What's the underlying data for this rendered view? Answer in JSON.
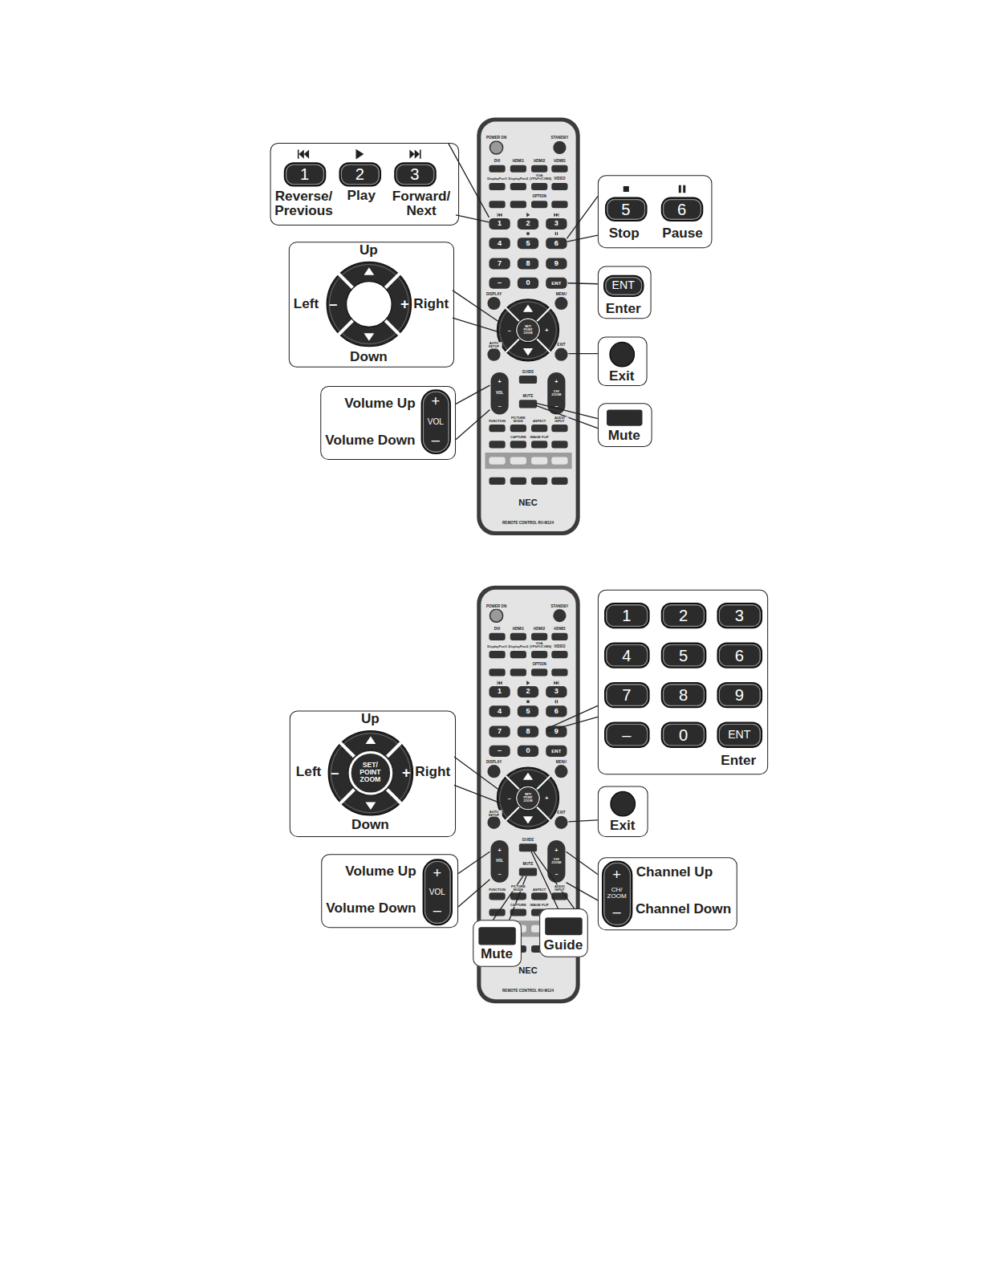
{
  "diagram": {
    "nodes": [
      {
        "text": [
          "Reverse/ Previous",
          "Play",
          "Forward/ Next"
        ]
      },
      {
        "text": [
          "1"
        ],
        "in": 0
      },
      {
        "text": [
          "2"
        ],
        "in": 0
      },
      {
        "text": [
          "3"
        ],
        "in": 0
      },
      {
        "text": [
          "Stop",
          "Pause"
        ]
      },
      {
        "text": [
          "5"
        ],
        "in": 4
      },
      {
        "text": [
          "6"
        ],
        "in": 4
      },
      {
        "text": [
          "Up",
          "Left",
          "Right",
          "Down"
        ]
      },
      {
        "text": [
          "Enter"
        ]
      },
      {
        "text": [
          "ENT"
        ],
        "in": 8
      },
      {
        "text": [
          "Exit"
        ]
      },
      {
        "text": [
          "Volume Up",
          "Volume Down"
        ]
      },
      {
        "text": [
          "+",
          "VOL",
          "–"
        ],
        "in": 11
      },
      {
        "text": [
          "Mute"
        ]
      },
      {
        "text": [
          "Enter"
        ]
      },
      {
        "text": [
          "1"
        ],
        "in": 14
      },
      {
        "text": [
          "2"
        ],
        "in": 14
      },
      {
        "text": [
          "3"
        ],
        "in": 14
      },
      {
        "text": [
          "4"
        ],
        "in": 14
      },
      {
        "text": [
          "5"
        ],
        "in": 14
      },
      {
        "text": [
          "6"
        ],
        "in": 14
      },
      {
        "text": [
          "7"
        ],
        "in": 14
      },
      {
        "text": [
          "8"
        ],
        "in": 14
      },
      {
        "text": [
          "9"
        ],
        "in": 14
      },
      {
        "text": [
          "–"
        ],
        "in": 14
      },
      {
        "text": [
          "0"
        ],
        "in": 14
      },
      {
        "text": [
          "ENT"
        ],
        "in": 14
      },
      {
        "text": [
          "Up",
          "Left",
          "Right",
          "Down"
        ]
      },
      {
        "text": [
          "SET/ POINT ZOOM"
        ],
        "in": 27
      },
      {
        "text": [
          "Exit"
        ]
      },
      {
        "text": [
          "Volume Up",
          "Volume Down"
        ]
      },
      {
        "text": [
          "+",
          "VOL",
          "–"
        ],
        "in": 30
      },
      {
        "text": [
          "Channel Up",
          "Channel Down"
        ]
      },
      {
        "text": [
          "+",
          "CH/ ZOOM",
          "–"
        ],
        "in": 32
      },
      {
        "text": [
          "Mute"
        ]
      },
      {
        "text": [
          "Guide"
        ]
      }
    ],
    "labels": [
      "POWER ON",
      "STANDBY",
      "DVI",
      "HDMI1",
      "HDMI2",
      "HDMI3",
      "DisplayPort1",
      "DisplayPort2",
      "VGA (YPbPr/CVBS)",
      "VIDEO",
      "OPTION",
      "1",
      "2",
      "3",
      "4",
      "5",
      "6",
      "7",
      "8",
      "9",
      "–",
      "0",
      "ENT",
      "DISPLAY",
      "MENU",
      "SET/ POINT ZOOM",
      "AUTO SETUP",
      "EXIT",
      "GUIDE",
      "+",
      "VOL",
      "–",
      "+",
      "CH/ ZOOM",
      "–",
      "MUTE",
      "FUNCTION",
      "PICTURE MODE",
      "ASPECT",
      "AUDIO INPUT",
      "CAPTURE",
      "IMAGE FLIP",
      "NEC",
      "REMOTE CONTROL RU-M124",
      "–",
      "+",
      "–",
      "+",
      "POWER ON",
      "STANDBY",
      "DVI",
      "HDMI1",
      "HDMI2",
      "HDMI3",
      "DisplayPort1",
      "DisplayPort2",
      "VGA (YPbPr/CVBS)",
      "VIDEO",
      "OPTION",
      "1",
      "2",
      "3",
      "4",
      "5",
      "6",
      "7",
      "8",
      "9",
      "–",
      "0",
      "ENT",
      "DISPLAY",
      "MENU",
      "SET/ POINT ZOOM",
      "AUTO SETUP",
      "EXIT",
      "GUIDE",
      "+",
      "VOL",
      "–",
      "+",
      "CH/ ZOOM",
      "–",
      "MUTE",
      "FUNCTION",
      "PICTURE MODE",
      "ASPECT",
      "AUDIO INPUT",
      "CAPTURE",
      "IMAGE FLIP",
      "NEC",
      "REMOTE CONTROL RU-M124",
      "–",
      "+",
      "–",
      "+"
    ]
  }
}
